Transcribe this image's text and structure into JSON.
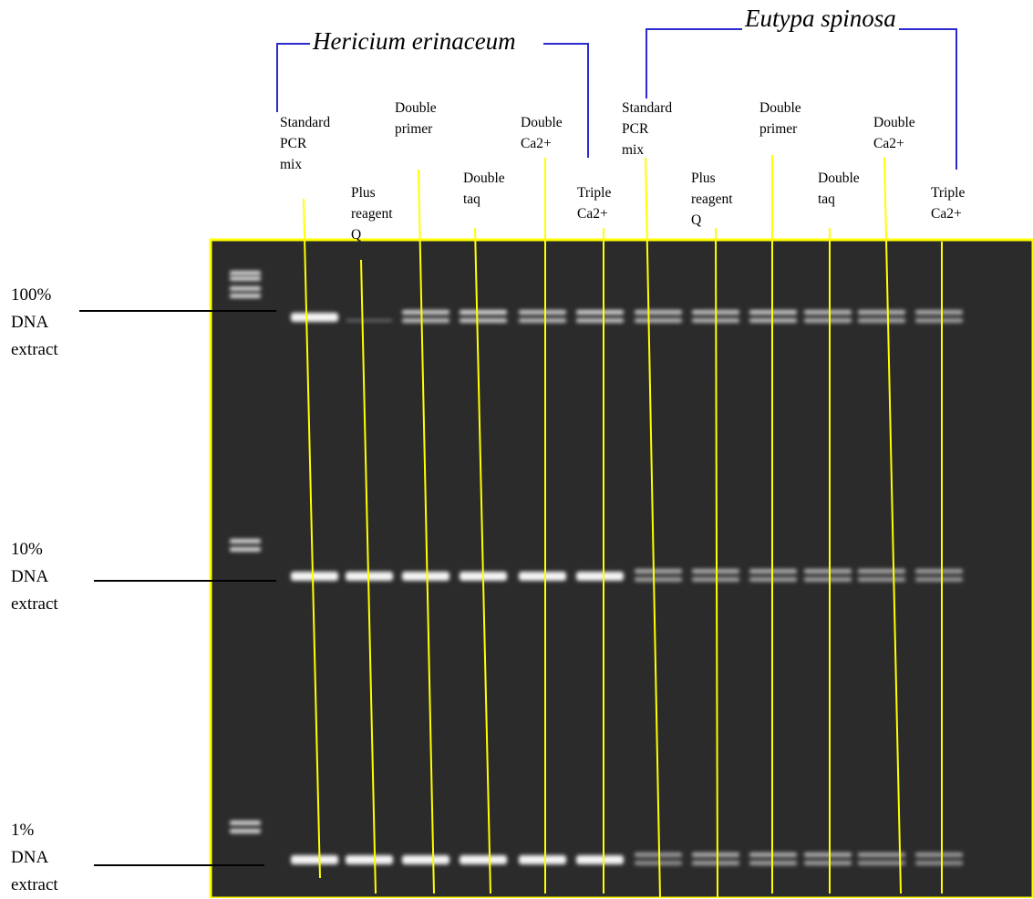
{
  "species": [
    {
      "id": "hericium",
      "name": "Hericium erinaceum"
    },
    {
      "id": "eutypa",
      "name": "Eutypa spinosa"
    }
  ],
  "lanes": [
    {
      "label": "Standard\nPCR\nmix",
      "species": "hericium"
    },
    {
      "label": "Plus\nreagent\nQ",
      "species": "hericium"
    },
    {
      "label": "Double\nprimer",
      "species": "hericium"
    },
    {
      "label": "Double\ntaq",
      "species": "hericium"
    },
    {
      "label": "Double\nCa2+",
      "species": "hericium"
    },
    {
      "label": "Triple\nCa2+",
      "species": "hericium"
    },
    {
      "label": "Standard\nPCR\nmix",
      "species": "eutypa"
    },
    {
      "label": "Plus\nreagent\nQ",
      "species": "eutypa"
    },
    {
      "label": "Double\nprimer",
      "species": "eutypa"
    },
    {
      "label": "Double\ntaq",
      "species": "eutypa"
    },
    {
      "label": "Double\nCa2+",
      "species": "eutypa"
    },
    {
      "label": "Triple\nCa2+",
      "species": "eutypa"
    }
  ],
  "concentrations": [
    {
      "label": "100%\nDNA\nextract"
    },
    {
      "label": "10%\nDNA\nextract"
    },
    {
      "label": "1%\nDNA\nextract"
    }
  ],
  "colors": {
    "gel_background": "#2b2b2b",
    "gel_border": "#ffff00",
    "lane_guide": "#ffff00",
    "bracket": "#2a2ad0",
    "band": "#f4f4f4",
    "label_line": "#000000"
  },
  "band_intensity": [
    [
      1.0,
      0.0,
      0.9,
      1.0,
      0.85,
      0.95,
      0.8,
      0.8,
      0.85,
      0.75,
      0.7,
      0.6
    ],
    [
      1.0,
      1.0,
      1.0,
      1.0,
      1.0,
      1.0,
      0.6,
      0.6,
      0.6,
      0.6,
      0.55,
      0.5
    ],
    [
      1.0,
      1.0,
      1.0,
      1.0,
      1.0,
      1.0,
      0.45,
      0.6,
      0.6,
      0.6,
      0.5,
      0.45
    ]
  ]
}
